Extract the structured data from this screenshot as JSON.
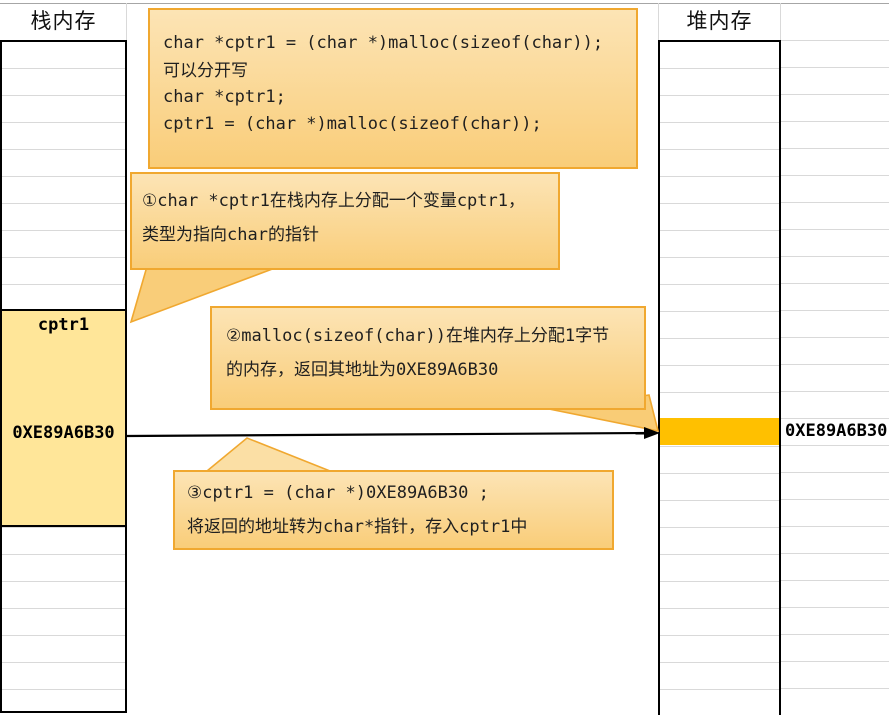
{
  "stack": {
    "header": "栈内存",
    "variable": {
      "name": "cptr1",
      "value": "0XE89A6B30"
    }
  },
  "heap": {
    "header": "堆内存",
    "allocated_address": "0XE89A6B30"
  },
  "code_box": {
    "line1": "char *cptr1 = (char *)malloc(sizeof(char));",
    "line2": "可以分开写",
    "line3": "char *cptr1;",
    "line4": "cptr1 = (char *)malloc(sizeof(char));"
  },
  "callout1": {
    "line1": "①char *cptr1在栈内存上分配一个变量cptr1，",
    "line2": "类型为指向char的指针"
  },
  "callout2": {
    "line1": "②malloc(sizeof(char))在堆内存上分配1字节",
    "line2": "的内存，返回其地址为0XE89A6B30"
  },
  "callout3": {
    "line1": "③cptr1 = (char *)0XE89A6B30 ;",
    "line2": "将返回的地址转为char*指针，存入cptr1中"
  },
  "colors": {
    "callout_fill_top": "#FCE4B5",
    "callout_fill_bottom": "#F9CD79",
    "callout_border": "#F0A830",
    "stack_cell_fill": "#FFE699",
    "heap_cell_fill": "#FFC000",
    "gridline": "#D9D9D9",
    "arrow": "#000000"
  }
}
